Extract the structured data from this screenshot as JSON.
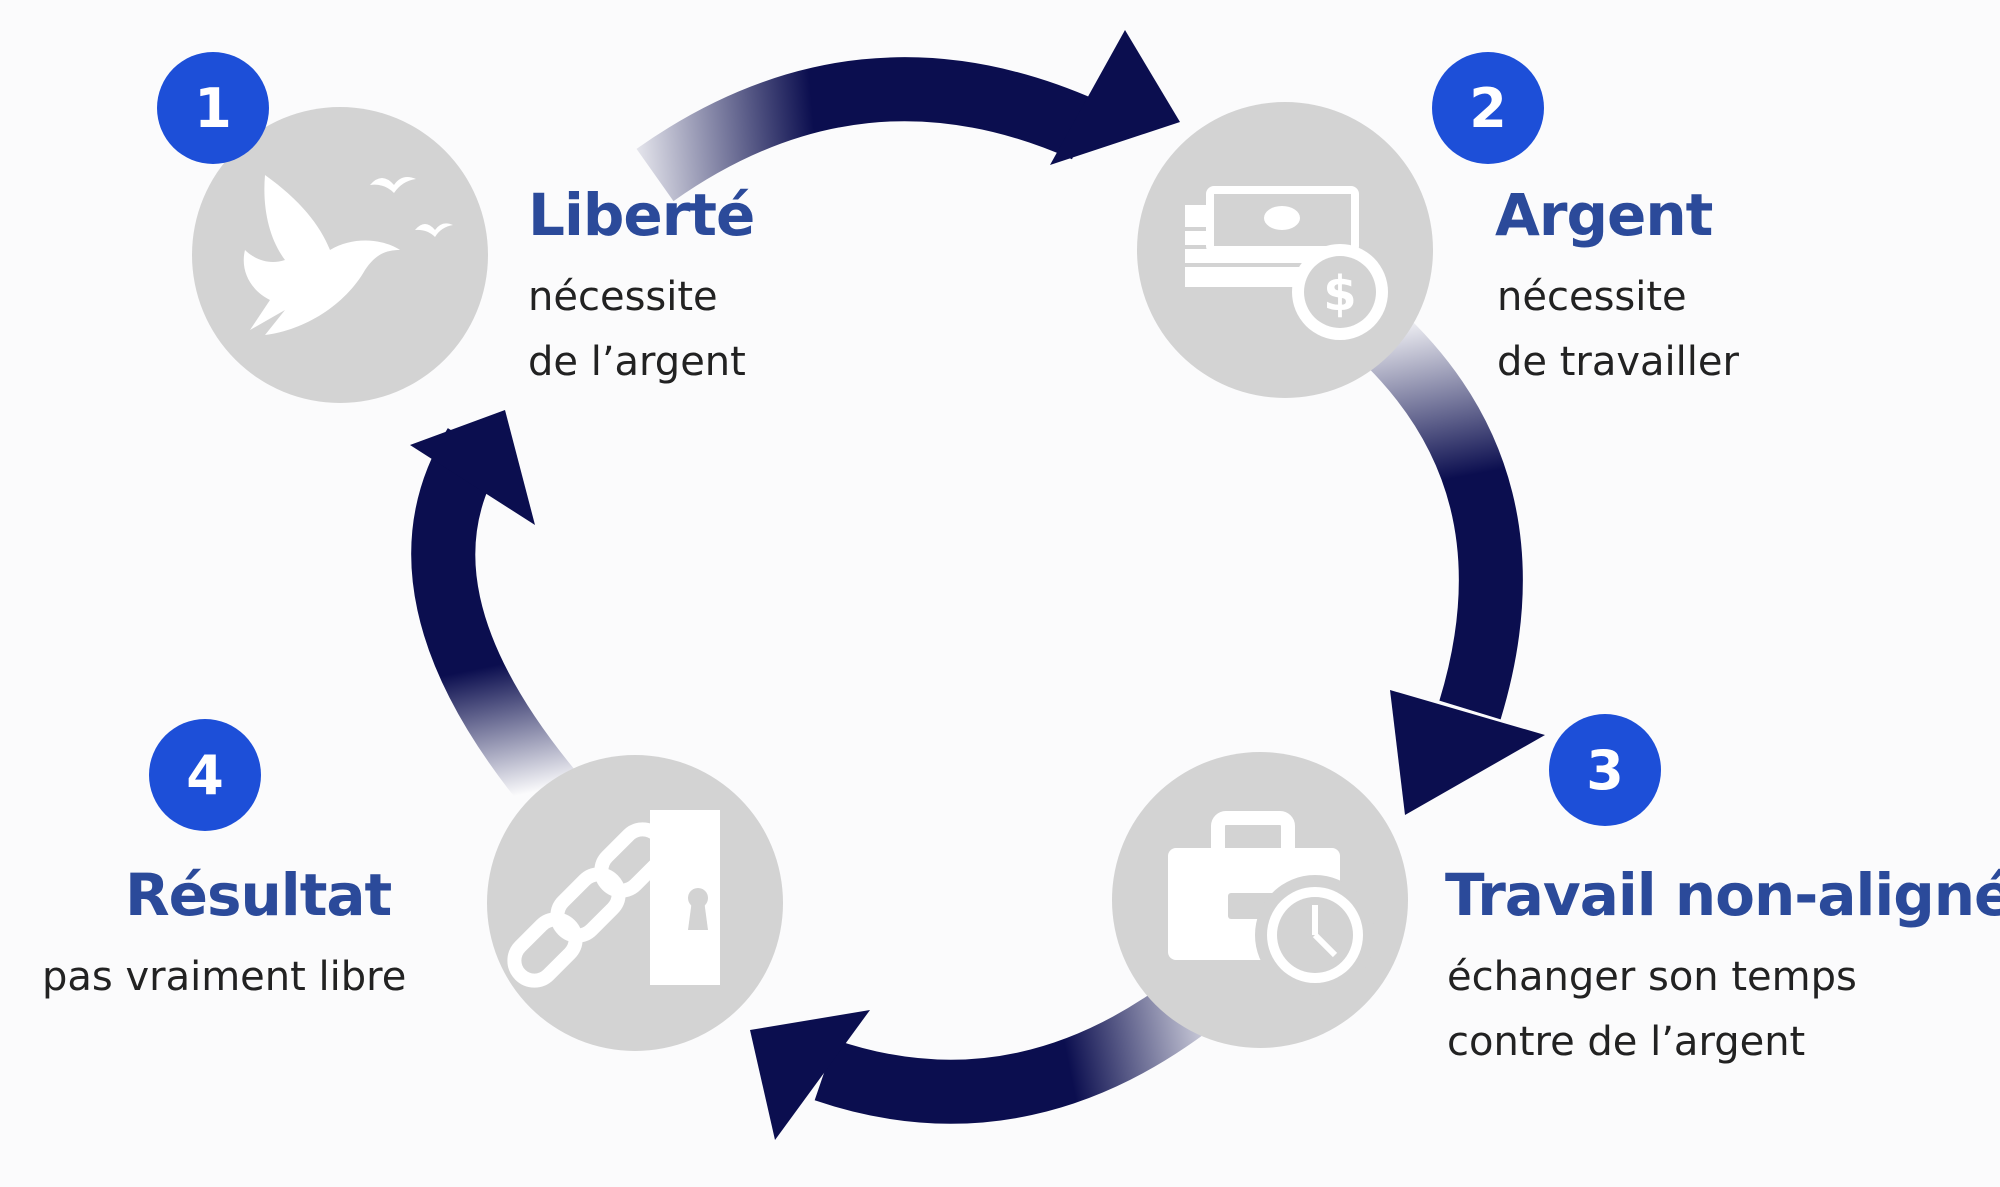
{
  "colors": {
    "arrow": "#0b0e4f",
    "badge": "#1d4fd8",
    "icon_circle": "#d3d3d3",
    "title": "#2b4a9a",
    "text": "#222222"
  },
  "steps": [
    {
      "number": "1",
      "title": "Liberté",
      "desc_line1": "nécessite",
      "desc_line2": "de l’argent",
      "icon": "dove-icon"
    },
    {
      "number": "2",
      "title": "Argent",
      "desc_line1": "nécessite",
      "desc_line2": "de travailler",
      "icon": "money-icon"
    },
    {
      "number": "3",
      "title": "Travail non-aligné",
      "desc_line1": "échanger son temps",
      "desc_line2": "contre de l’argent",
      "icon": "briefcase-clock-icon"
    },
    {
      "number": "4",
      "title": "Résultat",
      "desc_line1": "pas vraiment libre",
      "icon": "chain-lock-icon"
    }
  ]
}
